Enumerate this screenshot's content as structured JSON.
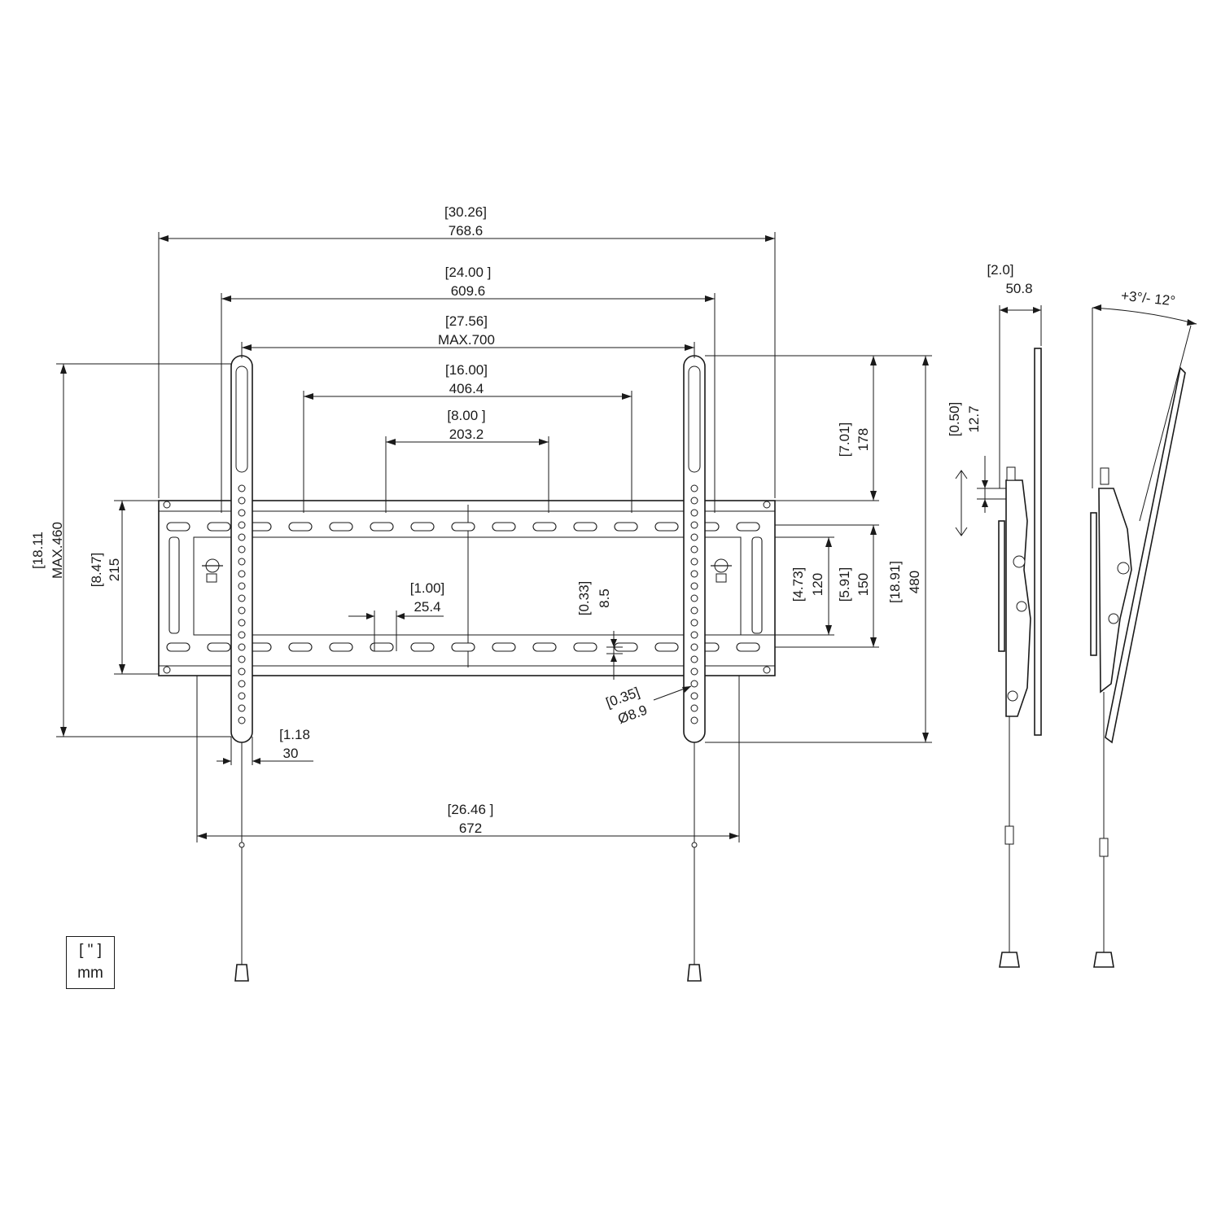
{
  "dimensions": {
    "overall_width": {
      "inch": "[30.26]",
      "mm": "768.6"
    },
    "arm_span": {
      "inch": "[24.00 ]",
      "mm": "609.6"
    },
    "max_span": {
      "inch": "[27.56]",
      "mm": "MAX.700"
    },
    "vesa_400": {
      "inch": "[16.00]",
      "mm": "406.4"
    },
    "vesa_200": {
      "inch": "[8.00 ]",
      "mm": "203.2"
    },
    "slot_pitch": {
      "inch": "[1.00]",
      "mm": "25.4"
    },
    "hole_offset": {
      "inch": "[0.33]",
      "mm": "8.5"
    },
    "hole_dia": {
      "inch": "[0.35]",
      "mm": "Ø8.9"
    },
    "arm_width": {
      "inch": "[1.18",
      "mm": "30"
    },
    "base_span": {
      "inch": "[26.46 ]",
      "mm": "672"
    },
    "max_height": {
      "inch": "[18.11",
      "mm": "MAX.460"
    },
    "plate_height": {
      "inch": "[8.47]",
      "mm": "215"
    },
    "top_offset": {
      "inch": "[7.01]",
      "mm": "178"
    },
    "hole_spacing_120": {
      "inch": "[4.73]",
      "mm": "120"
    },
    "hole_spacing_150": {
      "inch": "[5.91]",
      "mm": "150"
    },
    "arm_height": {
      "inch": "[18.91]",
      "mm": "480"
    },
    "depth": {
      "inch": "[2.0]",
      "mm": "50.8"
    },
    "adjust": {
      "inch": "[0.50]",
      "mm": "12.7"
    },
    "tilt": "+3°/- 12°"
  },
  "unit_legend": {
    "inch_label": "[ \" ]",
    "mm_label": "mm"
  }
}
